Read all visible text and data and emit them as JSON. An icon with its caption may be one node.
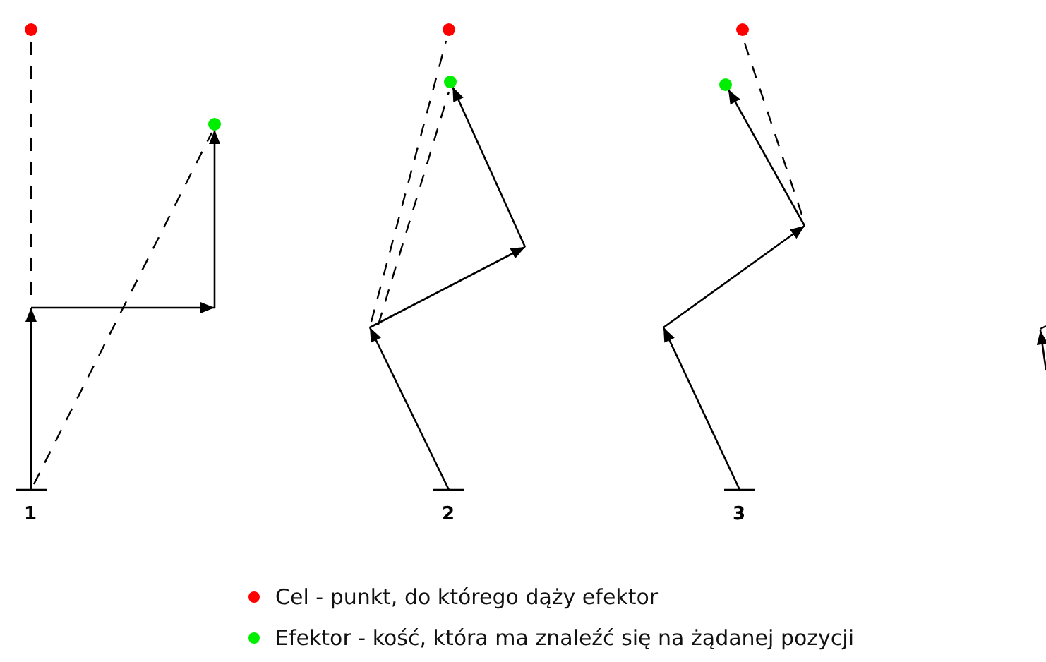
{
  "diagram": {
    "labels": [
      "1",
      "2",
      "3"
    ],
    "legend": [
      {
        "text": "Cel - punkt, do którego dąży efektor",
        "color": "#ff0000"
      },
      {
        "text": "Efektor - kość, która ma znaleźć się na żądanej pozycji",
        "color": "#00ee00"
      }
    ]
  }
}
